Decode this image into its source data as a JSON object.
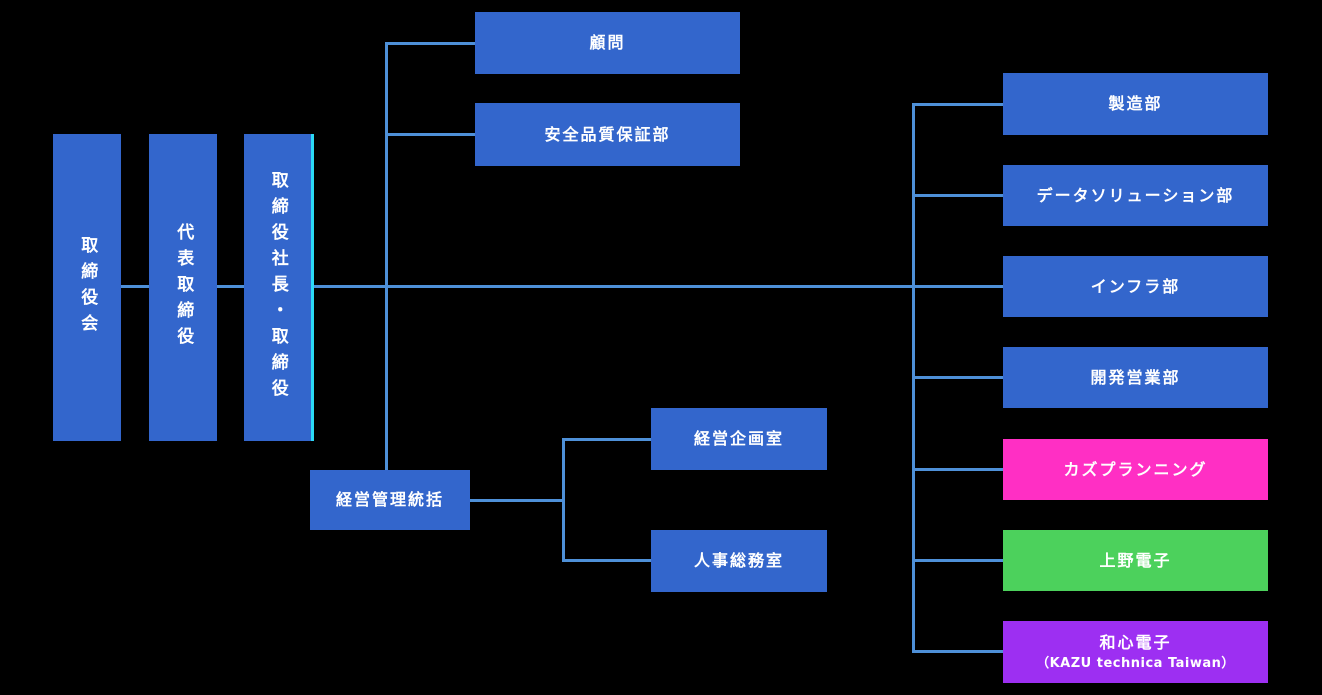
{
  "colors": {
    "background": "#000000",
    "box_blue": "#3366cc",
    "box_pink": "#ff2fc4",
    "box_green": "#4cd15c",
    "box_purple": "#9d2ff2",
    "connector_line": "#4e90d8",
    "cyan_accent": "#2bd9f6",
    "text": "#ffffff"
  },
  "nodes": {
    "board": {
      "label": "取締役会"
    },
    "representative_director": {
      "label": "代表取締役"
    },
    "president": {
      "label": "取締役社長・取締役"
    },
    "advisor": {
      "label": "顧問"
    },
    "safety_quality_dept": {
      "label": "安全品質保証部"
    },
    "management_control": {
      "label": "経営管理統括"
    },
    "corporate_planning_office": {
      "label": "経営企画室"
    },
    "hr_general_affairs_office": {
      "label": "人事総務室"
    },
    "manufacturing_dept": {
      "label": "製造部"
    },
    "data_solution_dept": {
      "label": "データソリューション部"
    },
    "infrastructure_dept": {
      "label": "インフラ部"
    },
    "development_sales_dept": {
      "label": "開発営業部"
    },
    "kazu_planning": {
      "label": "カズプランニング",
      "color": "#ff2fc4"
    },
    "ueno_electronics": {
      "label": "上野電子",
      "color": "#4cd15c"
    },
    "washin_electronics": {
      "label": "和心電子",
      "subtitle": "（KAZU technica Taiwan）",
      "color": "#9d2ff2"
    }
  }
}
